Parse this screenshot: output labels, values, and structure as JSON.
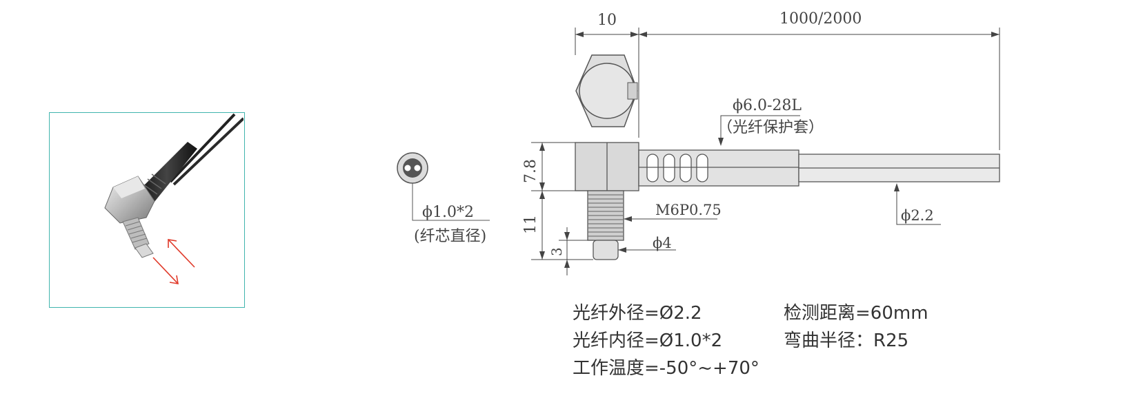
{
  "dimensions": {
    "head_width": "10",
    "cable_length": "1000/2000",
    "sleeve": "ϕ6.0-28L",
    "sleeve_note": "（光纤保护套）",
    "head_height": "7.8",
    "thread_length": "11",
    "tip_length": "3",
    "thread_spec": "M6P0.75",
    "tip_diameter": "ϕ4",
    "cable_diameter": "ϕ2.2",
    "core_diameter": "ϕ1.0*2",
    "core_note": "(纤芯直径)"
  },
  "specs": {
    "outer_diameter": "光纤外径=Ø2.2",
    "inner_diameter": "光纤内径=Ø1.0*2",
    "temperature": "工作温度=-50°~+70°",
    "detection_distance": "检测距离=60mm",
    "bend_radius": "弯曲半径：R25"
  },
  "colors": {
    "frame": "#3fb4ad",
    "arrow": "#e03a2a",
    "line": "#444444"
  }
}
